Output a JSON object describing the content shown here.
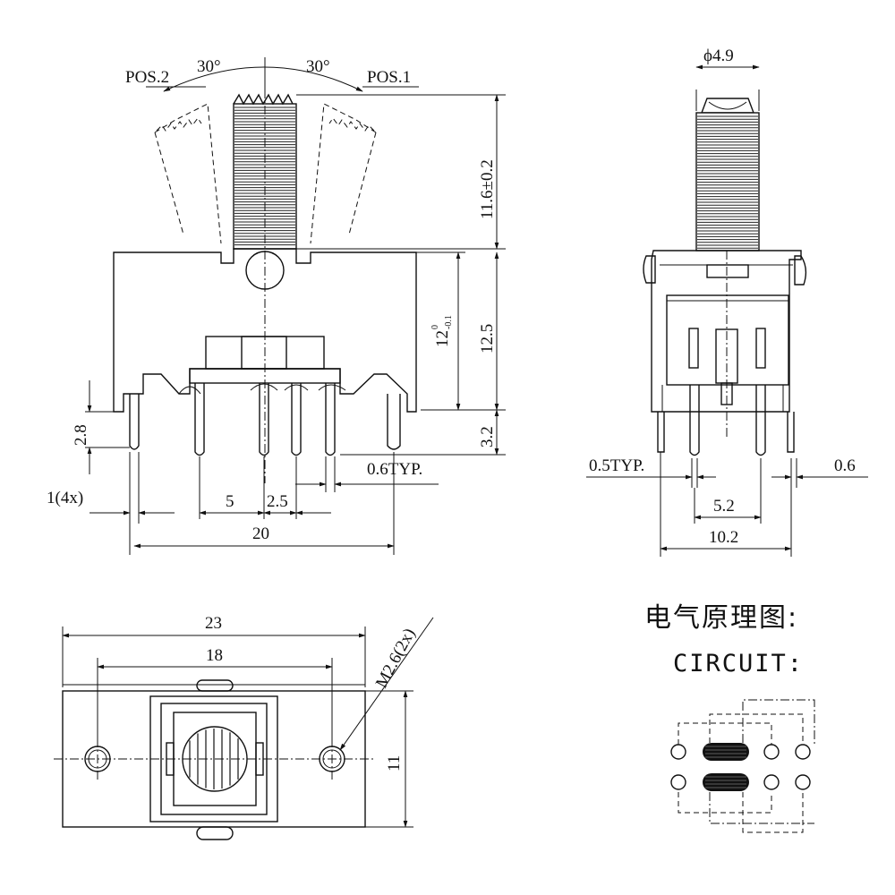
{
  "front_view": {
    "pos2_label": "POS.2",
    "pos1_label": "POS.1",
    "angle_left": "30°",
    "angle_right": "30°",
    "shaft_height": "11.6±0.2",
    "body_height": "12.5",
    "mount_height": "12",
    "mount_height_tol_upper": "0",
    "mount_height_tol_lower": "-0.1",
    "pin_length": "3.2",
    "side_pin_height": "2.8",
    "side_pin_width": "1(4x)",
    "pin_pitch_outer": "5",
    "pin_pitch_inner": "2.5",
    "pin_thickness": "0.6TYP.",
    "total_width": "20"
  },
  "side_view": {
    "shaft_diameter": "ϕ4.9",
    "pin_width": "0.5TYP.",
    "pin_thickness": "0.6",
    "pin_spacing": "5.2",
    "body_depth": "10.2"
  },
  "bottom_view": {
    "total_length": "23",
    "hole_spacing": "18",
    "hole_size": "M2.6(2x)",
    "width": "11"
  },
  "circuit": {
    "title_cn": "电气原理图:",
    "title_en": "CIRCUIT:"
  }
}
